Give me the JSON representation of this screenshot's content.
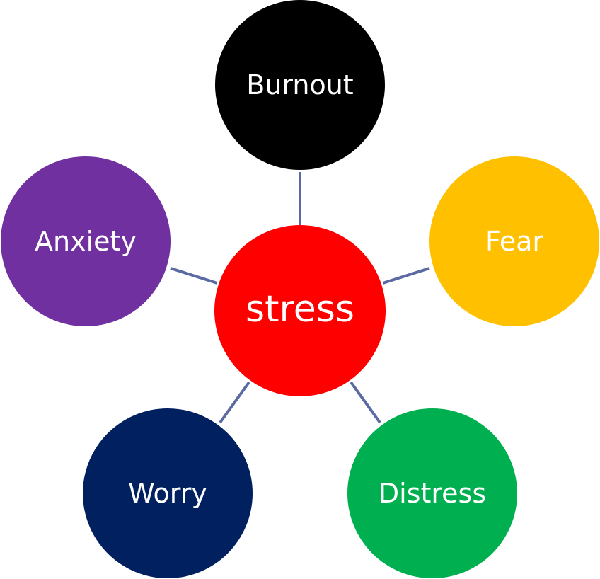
{
  "center": {
    "label": "stress",
    "color": "#ff0000"
  },
  "nodes": [
    {
      "id": "burnout",
      "label": "Burnout",
      "color": "#000000"
    },
    {
      "id": "fear",
      "label": "Fear",
      "color": "#ffc000"
    },
    {
      "id": "distress",
      "label": "Distress",
      "color": "#00b050"
    },
    {
      "id": "worry",
      "label": "Worry",
      "color": "#002060"
    },
    {
      "id": "anxiety",
      "label": "Anxiety",
      "color": "#7030a0"
    }
  ],
  "connector_color": "#5b6aa3"
}
